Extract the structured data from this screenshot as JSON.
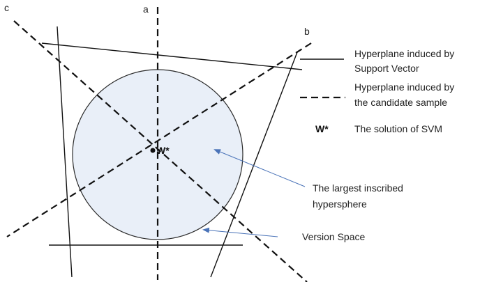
{
  "lines": {
    "a": "a",
    "b": "b",
    "c": "c"
  },
  "solution_point": {
    "label": "W*"
  },
  "legend": {
    "solid": {
      "line1": "Hyperplane induced by",
      "line2": "Support Vector"
    },
    "dashed": {
      "line1": "Hyperplane induced by",
      "line2": "the candidate sample"
    },
    "solution": {
      "symbol": "W*",
      "text": "The solution of SVM"
    }
  },
  "annotations": {
    "hypersphere": {
      "line1": "The largest inscribed",
      "line2": "hypersphere"
    },
    "version_space": "Version Space"
  },
  "colors": {
    "circle_fill": "#e9eff8",
    "circle_stroke": "#2a2a2a",
    "arrow": "#4a73b8",
    "line": "#111111"
  }
}
